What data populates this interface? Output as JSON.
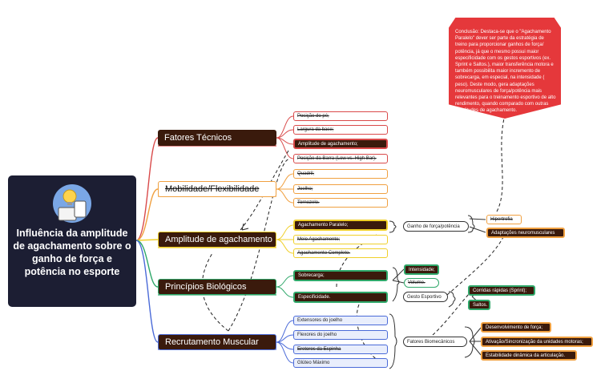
{
  "center": {
    "title": "Influência da amplitude de agachamento sobre o ganho de força e potência no esporte",
    "icon": "idea-icon"
  },
  "conclusion": {
    "text": "Conclusão: Destaca-se que o \"Agachamento Paralelo\" dever ser parte da estratégia de treino para proporcionar ganhos de força/ potência, já que o mesmo possui maior especificidade com os gestos esportivos (ex. Sprint e Saltos.), maior transferência motora e também possibilita maior incremento de sobrecarga, em especial, na intensidade ( peso). Deste modo, gera adaptações neuromusculares de força/potência mais relevantes para o treinamento esportivo de alto rendimento, quando comparado com outras amplitudes de agachamento."
  },
  "branches": {
    "fatores_tecnicos": {
      "label": "Fatores Técnicos",
      "items": [
        "Posição do pé;",
        "Largura da base;",
        "Amplitude de agachamento;",
        "Posição da Barra (Low vs. High Bar)."
      ]
    },
    "mobilidade": {
      "label": "Mobilidade/Flexibilidade",
      "items": [
        "Quadril;",
        "Joelho;",
        "Tornozelo."
      ]
    },
    "amplitude": {
      "label": "Amplitude de agachamento",
      "items": [
        "Agachamento Paralelo;",
        "Meio Agachamento;",
        "Agachamento Completo."
      ]
    },
    "principios": {
      "label": "Princípios Biológicos",
      "items": [
        "Sobrecarga;",
        "Especificidade."
      ]
    },
    "recrutamento": {
      "label": "Recrutamento Muscular",
      "items": [
        "Extensores do joelho",
        "Flexores do joelho",
        "Eretores da Espinha",
        "Glúteo Máximo"
      ]
    }
  },
  "sub": {
    "ganho": {
      "label": "Ganho de força/potência",
      "items": [
        "Hipertrofia",
        "Adaptações neuromusculares"
      ]
    },
    "sobrecarga": {
      "items": [
        "Intensidade;",
        "Volume."
      ]
    },
    "gesto": {
      "label": "Gesto Esportivo",
      "items": [
        "Corridas rápidas (Sprint);",
        "Saltos."
      ]
    },
    "biomecanicos": {
      "label": "Fatores Biomecânicos",
      "items": [
        "Desenvolvimento de força;",
        "Ativação/Sincronização da unidades motoras;",
        "Estabilidade dinâmica da articulação."
      ]
    }
  },
  "colors": {
    "tecnicos": "#d94a4a",
    "mobilidade": "#f0a040",
    "amplitude": "#f0d02a",
    "principios": "#2fa86a",
    "recrutamento": "#4a6ad8",
    "center": "#1c1e33",
    "dark": "#3a1a0c",
    "conclusion": "#e5383b"
  }
}
